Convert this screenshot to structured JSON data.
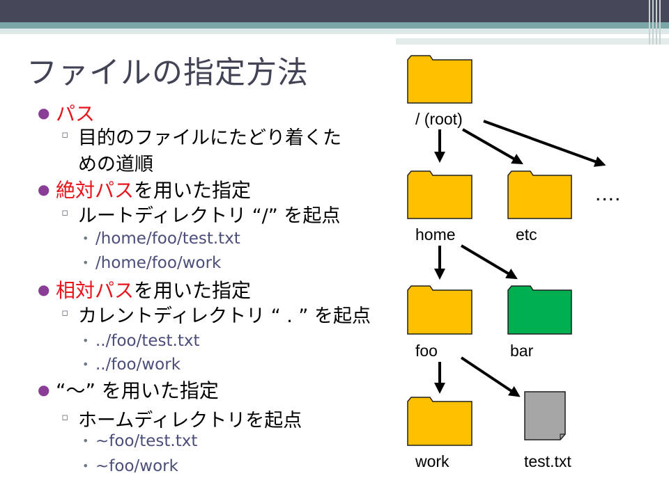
{
  "slide": {
    "title": "ファイルの指定方法",
    "bullets": {
      "path": {
        "label": "パス",
        "sub": "目的のファイルにたどり着くた",
        "sub_cont": "めの道順"
      },
      "absolute": {
        "label_red": "絶対パス",
        "label_rest": "を用いた指定",
        "sub": "ルートディレクトリ “/” を起点",
        "examples": [
          "/home/foo/test.txt",
          "/home/foo/work"
        ]
      },
      "relative": {
        "label_red": "相対パス",
        "label_rest": "を用いた指定",
        "sub": "カレントディレクトリ “ . ” を起点",
        "examples": [
          "../foo/test.txt",
          "../foo/work"
        ]
      },
      "tilde": {
        "label": "“～” を用いた指定",
        "sub": "ホームディレクトリを起点",
        "examples": [
          "~foo/test.txt",
          "~foo/work"
        ]
      }
    }
  },
  "tree": {
    "nodes": {
      "root": "/ (root)",
      "home": "home",
      "etc": "etc",
      "more": "....",
      "foo": "foo",
      "bar": "bar",
      "work": "work",
      "test": "test.txt"
    },
    "colors": {
      "folder_yellow": "#ffc000",
      "folder_green": "#00b050",
      "file_grey": "#a6a6a6",
      "outline": "#1f1f1f"
    }
  },
  "theme": {
    "title_color": "#424455",
    "accent_red": "#e8141a",
    "bullet_purple": "#8a3d97",
    "example_blue": "#4a4e78"
  }
}
